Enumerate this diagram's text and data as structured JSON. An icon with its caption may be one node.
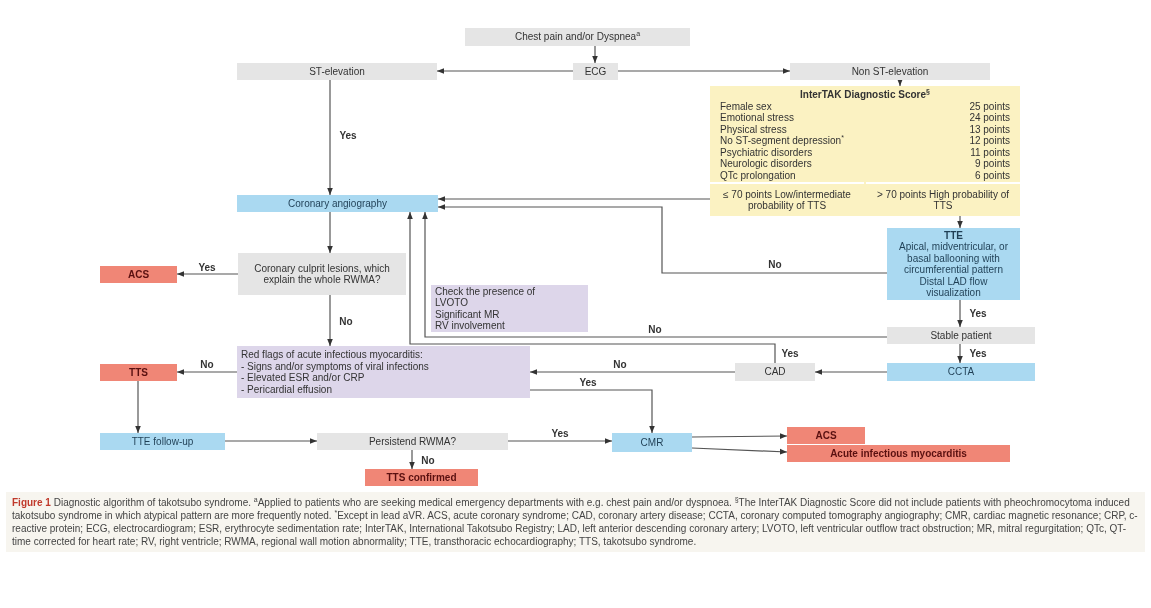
{
  "diagram": {
    "nodes": [
      {
        "text": [
          "Chest pain and/or Dyspnea$^{a}$"
        ]
      },
      {
        "text": [
          "ECG"
        ]
      },
      {
        "text": [
          "ST-elevation"
        ]
      },
      {
        "text": [
          "Non ST-elevation"
        ]
      },
      {
        "text": [
          "InterTAK Diagnostic Score$^{§}$",
          "Female sex",
          "25 points",
          "Emotional stress",
          "24 points",
          "Physical stress",
          "13 points",
          "No ST-segment depression$^{*}$",
          "12 points",
          "Psychiatric disorders",
          "11 points",
          "Neurologic disorders",
          "9 points",
          "QTc prolongation",
          "6 points"
        ]
      },
      {
        "text": [
          "≤ 70 points Low/intermediate probability of TTS"
        ],
        "in": 4
      },
      {
        "text": [
          "> 70 points High probability of TTS"
        ],
        "in": 4
      },
      {
        "text": [
          "Coronary angiography"
        ]
      },
      {
        "text": [
          "TTE",
          "Apical, midventricular, or basal ballooning with circumferential pattern Distal LAD flow visualization"
        ]
      },
      {
        "text": [
          "Coronary culprit lesions, which explain the whole RWMA?"
        ]
      },
      {
        "text": [
          "ACS"
        ]
      },
      {
        "text": [
          "Check the presence of",
          "LVOTO",
          "Significant MR",
          "RV involvement"
        ]
      },
      {
        "text": [
          "Stable patient"
        ]
      },
      {
        "text": [
          "Red flags of acute infectious myocarditis:",
          "- Signs and/or symptoms of viral infections",
          "- Elevated ESR and/or CRP",
          "- Pericardial effusion"
        ]
      },
      {
        "text": [
          "TTS"
        ]
      },
      {
        "text": [
          "CAD"
        ]
      },
      {
        "text": [
          "CCTA"
        ]
      },
      {
        "text": [
          "TTE follow-up"
        ]
      },
      {
        "text": [
          "Persistend RWMA?"
        ]
      },
      {
        "text": [
          "CMR"
        ]
      },
      {
        "text": [
          "ACS"
        ]
      },
      {
        "text": [
          "Acute infectious myocarditis"
        ]
      },
      {
        "text": [
          "TTS confirmed"
        ]
      }
    ],
    "edges": [
      {
        "from": 0,
        "to": 1,
        "arrow": "to"
      },
      {
        "from": 1,
        "to": 2,
        "arrow": "to"
      },
      {
        "from": 1,
        "to": 3,
        "arrow": "to"
      },
      {
        "from": 3,
        "to": 4,
        "arrow": "to"
      },
      {
        "from": 2,
        "to": 7,
        "arrow": "to",
        "label": "Yes"
      },
      {
        "from": 5,
        "to": 7,
        "arrow": "to"
      },
      {
        "from": 6,
        "to": 8,
        "arrow": "to"
      },
      {
        "from": 8,
        "to": 7,
        "arrow": "to",
        "label": "No"
      },
      {
        "from": 7,
        "to": 9,
        "arrow": "to"
      },
      {
        "from": 9,
        "to": 10,
        "arrow": "to",
        "label": "Yes"
      },
      {
        "from": 9,
        "to": 13,
        "arrow": "to",
        "label": "No"
      },
      {
        "from": 8,
        "to": 12,
        "arrow": "to",
        "label": "Yes"
      },
      {
        "from": 12,
        "to": 7,
        "arrow": "to",
        "label": "No"
      },
      {
        "from": 12,
        "to": 16,
        "arrow": "to",
        "label": "Yes"
      },
      {
        "from": 16,
        "to": 15,
        "arrow": "to"
      },
      {
        "from": 15,
        "to": 7,
        "arrow": "to",
        "label": "Yes"
      },
      {
        "from": 15,
        "to": 13,
        "arrow": "to",
        "label": "No"
      },
      {
        "from": 13,
        "to": 14,
        "arrow": "to",
        "label": "No"
      },
      {
        "from": 13,
        "to": 19,
        "arrow": "to",
        "label": "Yes"
      },
      {
        "from": 14,
        "to": 17,
        "arrow": "to"
      },
      {
        "from": 17,
        "to": 18,
        "arrow": "to"
      },
      {
        "from": 18,
        "to": 19,
        "arrow": "to",
        "label": "Yes"
      },
      {
        "from": 18,
        "to": 22,
        "arrow": "to",
        "label": "No"
      },
      {
        "from": 19,
        "to": 20,
        "arrow": "to"
      },
      {
        "from": 19,
        "to": 21,
        "arrow": "to"
      }
    ],
    "caption": "**Figure 1** Diagnostic algorithm of takotsubo syndrome. $^{a}$Applied to patients who are seeking medical emergency departments with e.g. chest pain and/or dyspnoea. $^{§}$The InterTAK Diagnostic Score did not include patients with pheochromocytoma induced takotsubo syndrome in which atypical pattern are more frequently noted. $^{*}$Except in lead aVR. ACS, acute coronary syndrome; CAD, coronary artery disease; CCTA, coronary computed tomography angiography; CMR, cardiac magnetic resonance; CRP, c-reactive protein; ECG, electrocardiogram; ESR, erythrocyte sedimentation rate; InterTAK, International Takotsubo Registry; LAD, left anterior descending coronary artery; LVOTO, left ventricular outflow tract obstruction; MR, mitral regurgitation; QTc, QT-time corrected for heart rate; RV, right ventricle; RWMA, regional wall motion abnormality; TTE, transthoracic echocardiography; TTS, takotsubo syndrome."
  }
}
